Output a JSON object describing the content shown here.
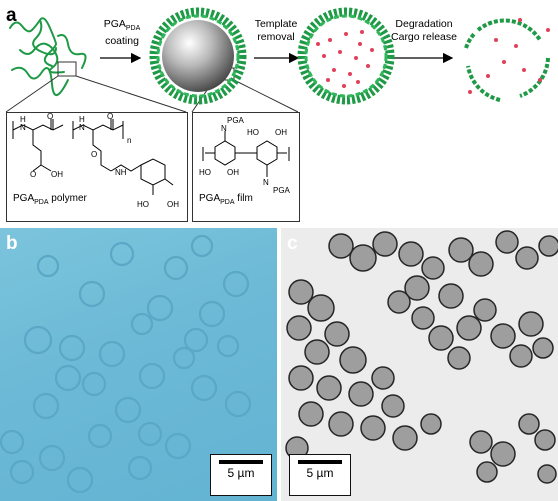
{
  "panels": {
    "a": {
      "letter": "a",
      "steps": [
        {
          "line1_main": "PGA",
          "line1_sub": "PDA",
          "line2": "coating"
        },
        {
          "line1_main": "Template",
          "line1_sub": "",
          "line2": "removal"
        },
        {
          "line1_main": "Degradation",
          "line1_sub": "",
          "line2": "Cargo release"
        }
      ],
      "callouts": [
        {
          "caption_main": "PGA",
          "caption_sub": "PDA",
          "caption_rest": " polymer",
          "chem_labels": [
            "H",
            "N",
            "O",
            "O",
            "OH",
            "H",
            "N",
            "O",
            "O",
            "NH",
            "HO",
            "OH",
            "n"
          ]
        },
        {
          "caption_main": "PGA",
          "caption_sub": "PDA",
          "caption_rest": " film",
          "chem_labels": [
            "PGA",
            "N",
            "HO",
            "OH",
            "HO",
            "OH",
            "N",
            "PGA"
          ]
        }
      ]
    },
    "b": {
      "letter": "b",
      "scale_label": "5 µm"
    },
    "c": {
      "letter": "c",
      "scale_label": "5 µm"
    }
  }
}
